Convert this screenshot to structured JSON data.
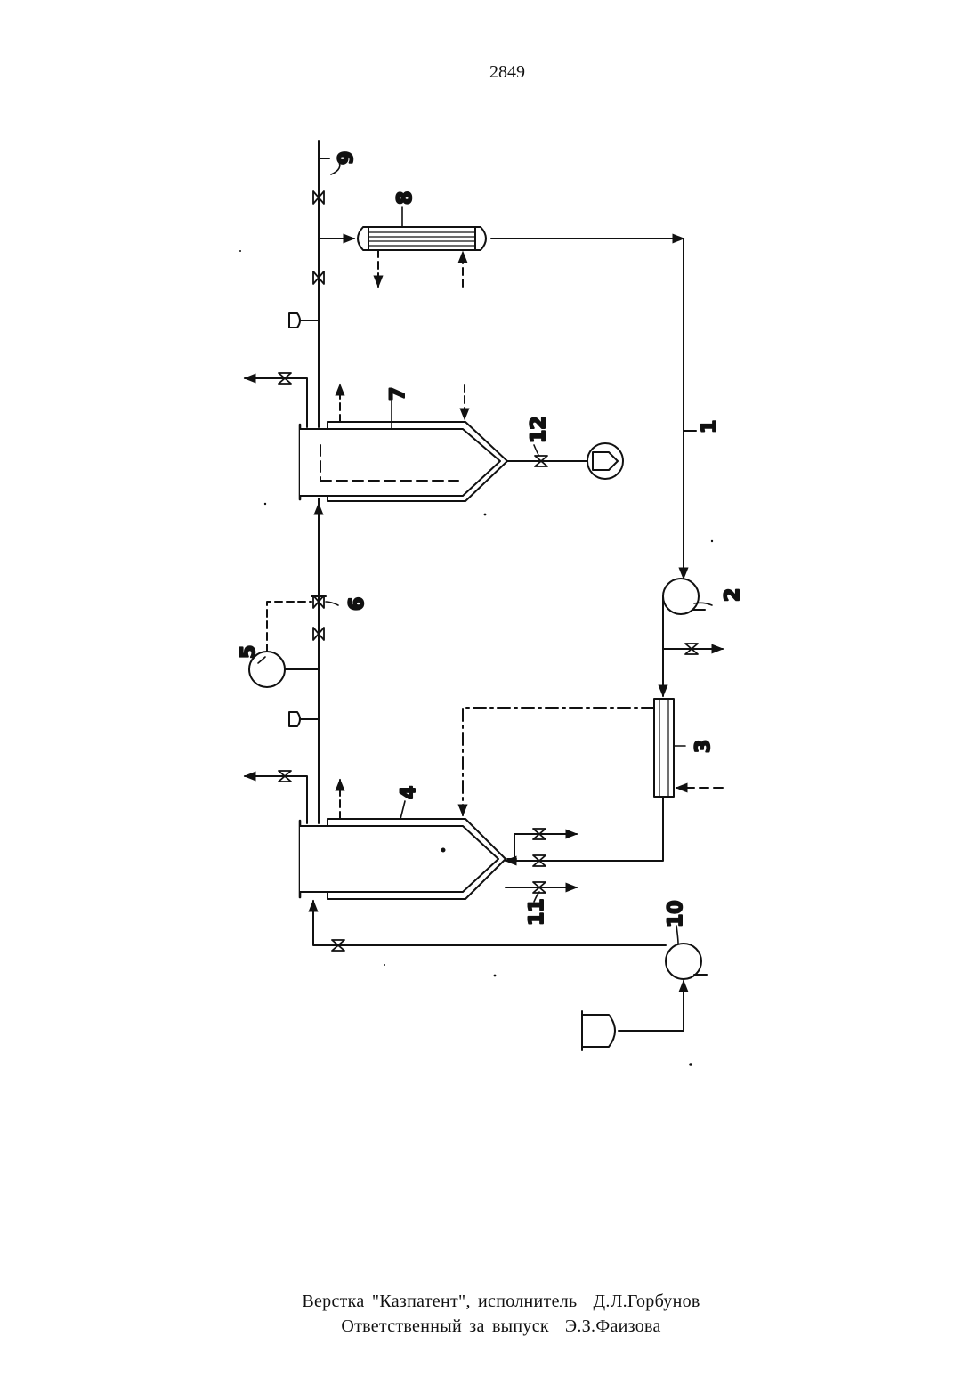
{
  "page": {
    "number": "2849"
  },
  "figure": {
    "labels": {
      "l1": "1",
      "l2": "2",
      "l3": "3",
      "l4": "4",
      "l5": "5",
      "l6": "6",
      "l7": "7",
      "l8": "8",
      "l9": "9",
      "l10": "10",
      "l11": "11",
      "l12": "12"
    }
  },
  "footer": {
    "line1_text": "Верстка \"Казпатент\", исполнитель",
    "line1_name": "Д.Л.Горбунов",
    "line2_text": "Ответственный за выпуск",
    "line2_name": "Э.З.Фаизова"
  }
}
